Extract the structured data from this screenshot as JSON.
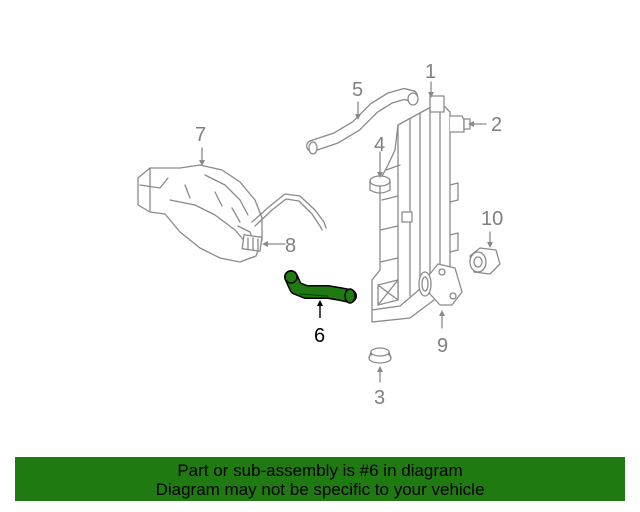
{
  "colors": {
    "highlight_part": "#1f7a12",
    "line_art": "#8a8a8a",
    "banner_bg": "#1f7a12"
  },
  "callouts": {
    "c1": "1",
    "c2": "2",
    "c3": "3",
    "c4": "4",
    "c5": "5",
    "c6": "6",
    "c7": "7",
    "c8": "8",
    "c9": "9",
    "c10": "10"
  },
  "highlighted_callout": "6",
  "banner": {
    "line1": "Part or sub-assembly is #6 in diagram",
    "line2": "Diagram may not be specific to your vehicle"
  }
}
